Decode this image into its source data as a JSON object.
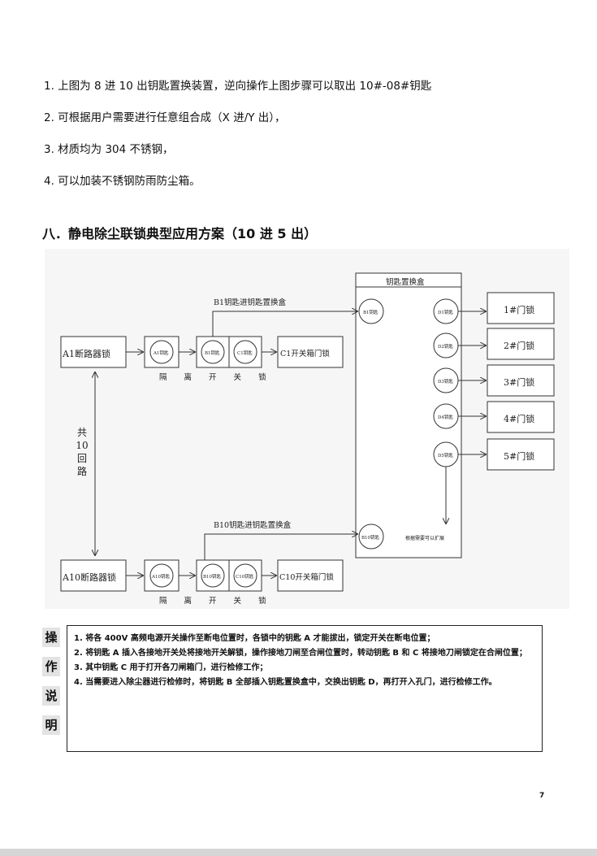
{
  "notes": [
    "1. 上图为 8 进 10 出钥匙置换装置，逆向操作上图步骤可以取出 10#-08#钥匙",
    "2. 可根据用户需要进行任意组合成（X 进/Y 出），",
    "3. 材质均为 304 不锈钢，",
    "4. 可以加装不锈钢防雨防尘箱。"
  ],
  "section_title": "八．静电除尘联锁典型应用方案（10 进 5 出）",
  "diagram": {
    "exchange_box_title": "钥匙置换盒",
    "top_arrow_label": "B1钥匙进钥匙置换盒",
    "bottom_arrow_label": "B10钥匙进钥匙置换盒",
    "breaker_1": "A1断路器锁",
    "breaker_10": "A10断路器锁",
    "isolation_label": "隔 离 开 关 锁",
    "cabinet_1": "C1开关箱门锁",
    "cabinet_10": "C10开关箱门锁",
    "key_a1": "A1钥匙",
    "key_b1": "B1钥匙",
    "key_c1": "C1钥匙",
    "key_a10": "A10钥匙",
    "key_b10": "B10钥匙",
    "key_c10": "C10钥匙",
    "box_in_b1": "B1钥匙",
    "box_in_b10": "B10钥匙",
    "circuit_label": [
      "共",
      "10",
      "回",
      "路"
    ],
    "expand_label": "根据需要可以扩展",
    "out_keys": [
      "D1钥匙",
      "D2钥匙",
      "D3钥匙",
      "D4钥匙",
      "D5钥匙"
    ],
    "door_locks": [
      "1#门锁",
      "2#门锁",
      "3#门锁",
      "4#门锁",
      "5#门锁"
    ]
  },
  "operation": {
    "heading": [
      "操",
      "作",
      "说",
      "明"
    ],
    "steps": [
      "1.  将各 400V 高频电源开关操作至断电位置时，各锁中的钥匙 A 才能拔出，锁定开关在断电位置；",
      "2.  将钥匙 A 插入各接地开关处将接地开关解锁，操作接地刀闸至合闸位置时，转动钥匙 B 和 C 将接地刀闸锁定在合闸位置；",
      "3.  其中钥匙 C 用于打开各刀闸箱门，进行检修工作；",
      "4.  当需要进入除尘器进行检修时，将钥匙 B 全部插入钥匙置换盒中，交换出钥匙 D，再打开入孔门，进行检修工作。"
    ]
  },
  "page_number": "7"
}
